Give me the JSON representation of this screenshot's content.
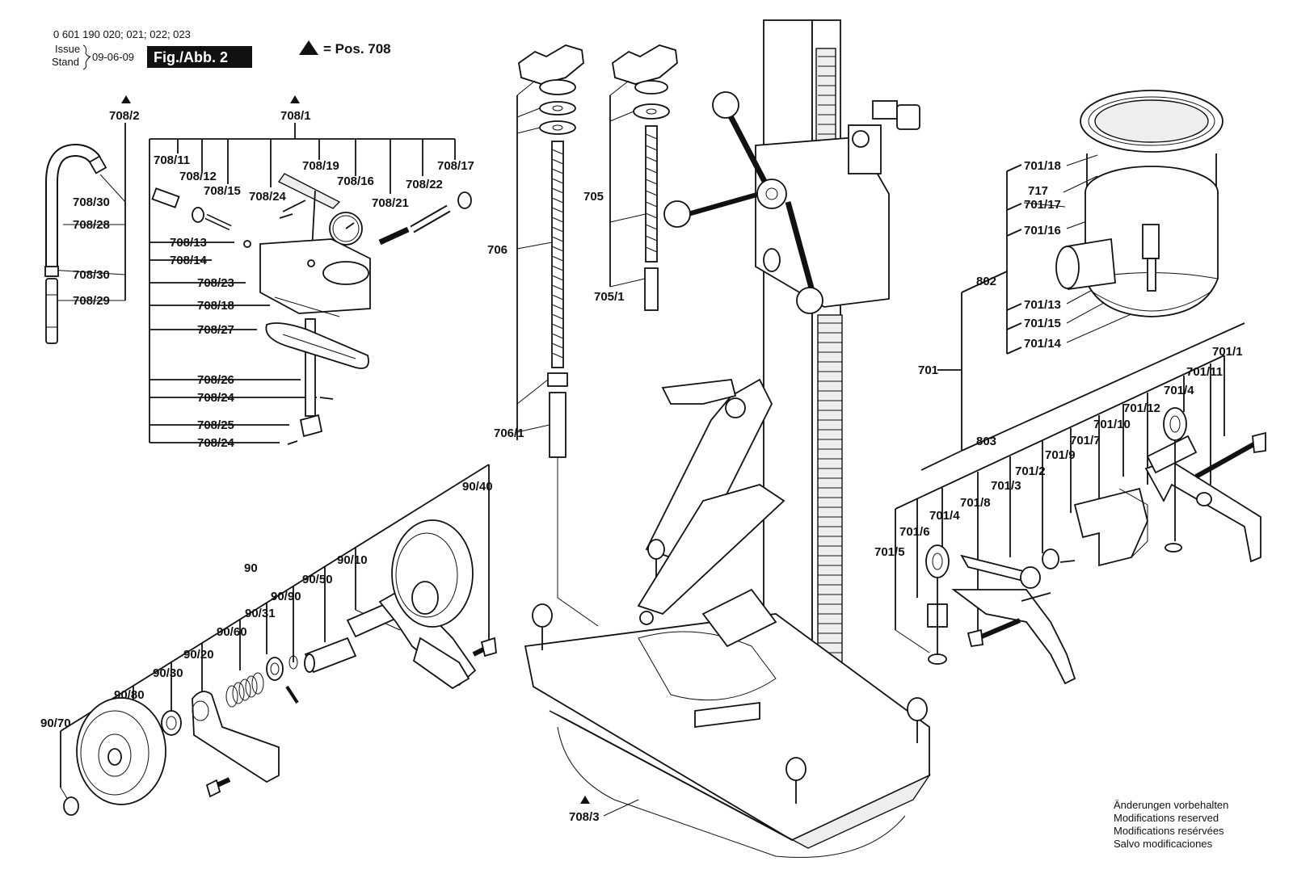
{
  "header": {
    "part_numbers": "0 601 190 020; 021; 022; 023",
    "issue_label": "Issue",
    "stand_label": "Stand",
    "date": "09-06-09",
    "figure_label": "Fig./Abb. 2",
    "legend_text": "= Pos. 708"
  },
  "labels": {
    "l708_2": "708/2",
    "l708_1": "708/1",
    "l708_3": "708/3",
    "l708_11": "708/11",
    "l708_12": "708/12",
    "l708_15": "708/15",
    "l708_24a": "708/24",
    "l708_19": "708/19",
    "l708_16": "708/16",
    "l708_21": "708/21",
    "l708_22": "708/22",
    "l708_17": "708/17",
    "l708_30a": "708/30",
    "l708_28": "708/28",
    "l708_30b": "708/30",
    "l708_29": "708/29",
    "l708_13": "708/13",
    "l708_14": "708/14",
    "l708_23": "708/23",
    "l708_18": "708/18",
    "l708_27": "708/27",
    "l708_26": "708/26",
    "l708_24b": "708/24",
    "l708_25": "708/25",
    "l708_24c": "708/24",
    "l705": "705",
    "l705_1": "705/1",
    "l706": "706",
    "l706_1": "706/1",
    "l90_40": "90/40",
    "l90": "90",
    "l90_10": "90/10",
    "l90_50": "90/50",
    "l90_90": "90/90",
    "l90_31": "90/31",
    "l90_60": "90/60",
    "l90_20": "90/20",
    "l90_30": "90/30",
    "l90_80": "90/80",
    "l90_70": "90/70",
    "l701_18": "701/18",
    "l717": "717",
    "l701_17": "701/17",
    "l701_16": "701/16",
    "l802": "802",
    "l701_13": "701/13",
    "l701_15": "701/15",
    "l701_14": "701/14",
    "l701": "701",
    "l803": "803",
    "l701_1": "701/1",
    "l701_11": "701/11",
    "l701_4a": "701/4",
    "l701_12": "701/12",
    "l701_10": "701/10",
    "l701_7": "701/7",
    "l701_9": "701/9",
    "l701_2": "701/2",
    "l701_3": "701/3",
    "l701_8": "701/8",
    "l701_4b": "701/4",
    "l701_6": "701/6",
    "l701_5": "701/5"
  },
  "notice": {
    "line1": "Änderungen vorbehalten",
    "line2": "Modifications reserved",
    "line3": "Modifications resérvées",
    "line4": "Salvo modificaciones"
  }
}
